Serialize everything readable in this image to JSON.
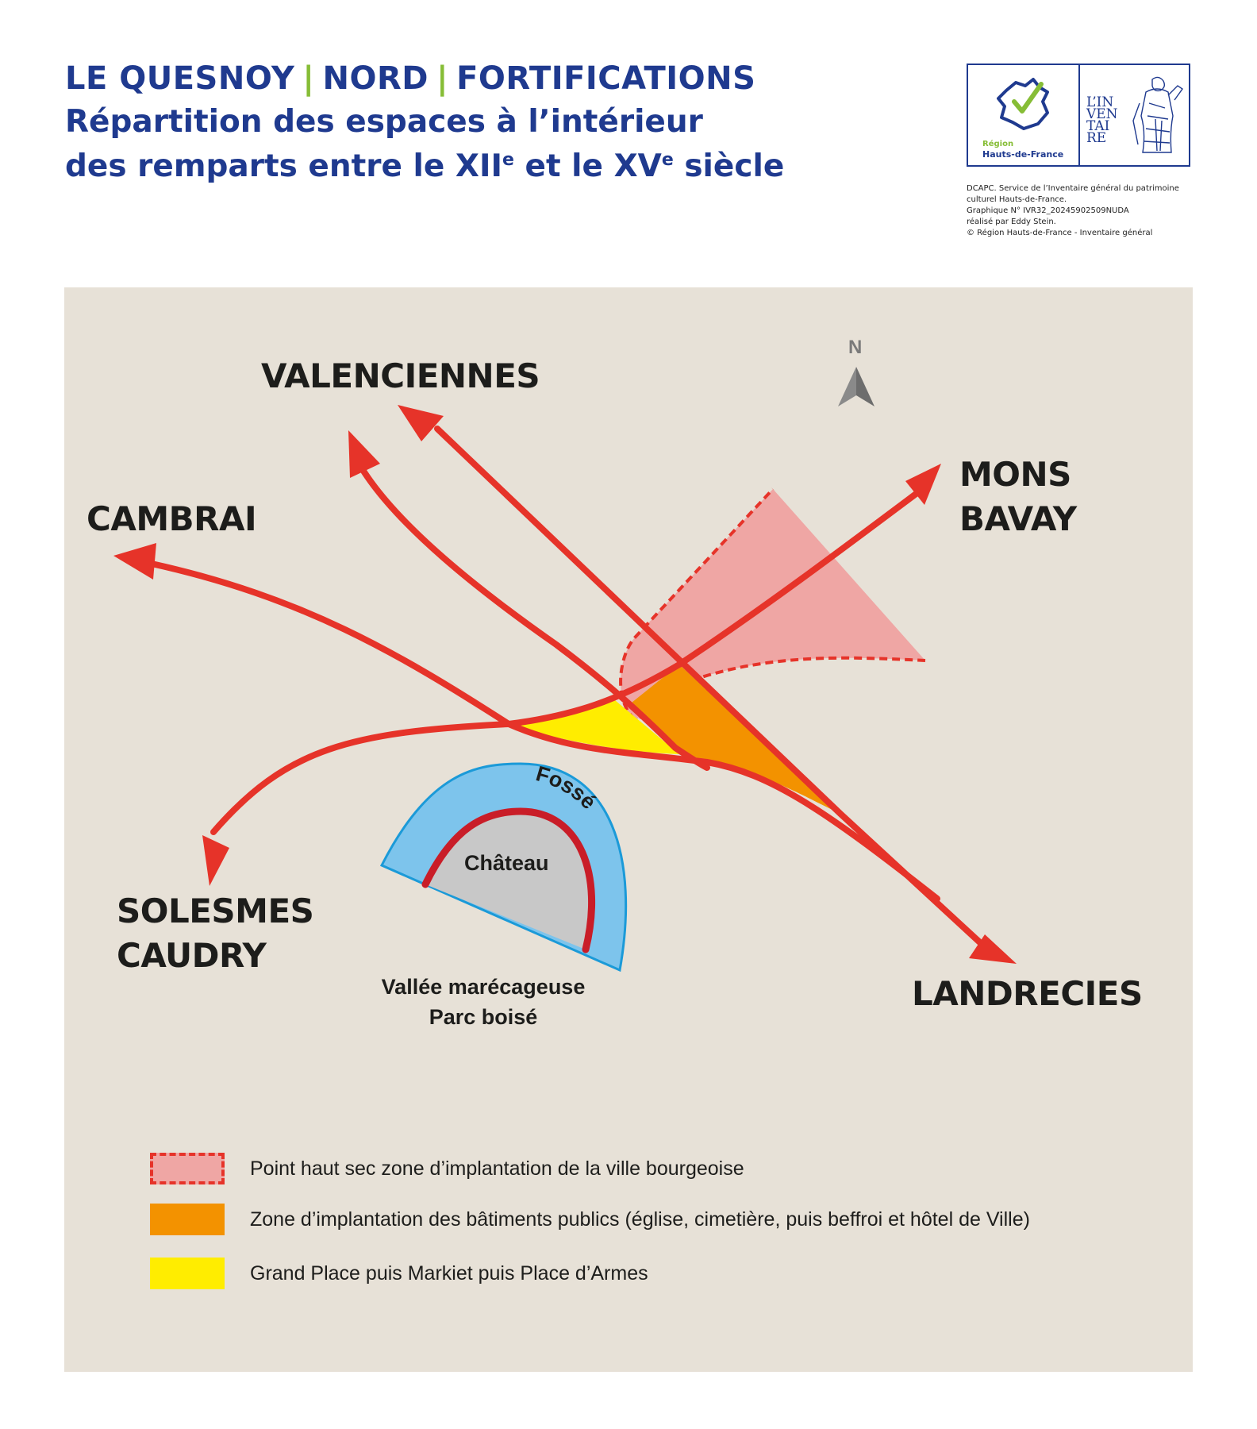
{
  "header": {
    "title_parts": [
      "LE QUESNOY",
      "NORD",
      "FORTIFICATIONS"
    ],
    "title_separator": "|",
    "subtitle_line1": "Répartition des espaces à l’intérieur",
    "subtitle_line2_a": "des remparts entre le XII",
    "subtitle_line2_sup1": "e",
    "subtitle_line2_b": " et le XV",
    "subtitle_line2_sup2": "e",
    "subtitle_line2_c": " siècle",
    "title_color": "#1f3a8f",
    "separator_color": "#86bd36"
  },
  "logos": {
    "region_label": "Région",
    "region_name": "Hauts-de-France",
    "inventaire_lines": [
      "L’IN",
      "VEN",
      "TAI",
      "RE"
    ]
  },
  "credits": [
    "DCAPC. Service de l’Inventaire général du patrimoine",
    "culturel Hauts-de-France.",
    "Graphique N° IVR32_20245902509NUDA",
    "réalisé par Eddy Stein.",
    "© Région Hauts-de-France - Inventaire général"
  ],
  "map": {
    "background_color": "#e7e1d7",
    "road_color": "#e63329",
    "north_label": "N",
    "cities": {
      "valenciennes": "VALENCIENNES",
      "cambrai": "CAMBRAI",
      "mons": "MONS",
      "bavay": "BAVAY",
      "solesmes": "SOLESMES",
      "caudry": "CAUDRY",
      "landrecies": "LANDRECIES"
    },
    "labels": {
      "fosse": "Fossé",
      "chateau": "Château",
      "vallee": "Vallée marécageuse",
      "parc": "Parc boisé"
    }
  },
  "legend": [
    {
      "text": "Point haut sec zone d’implantation de la ville bourgeoise",
      "fill": "#efa6a4",
      "border": "#e63329",
      "dashed": true
    },
    {
      "text": "Zone d’implantation des bâtiments publics (église, cimetière, puis beffroi et hôtel de Ville)",
      "fill": "#f39200",
      "border": "",
      "dashed": false
    },
    {
      "text": "Grand Place puis Markiet puis Place d’Armes",
      "fill": "#ffed00",
      "border": "",
      "dashed": false
    }
  ]
}
